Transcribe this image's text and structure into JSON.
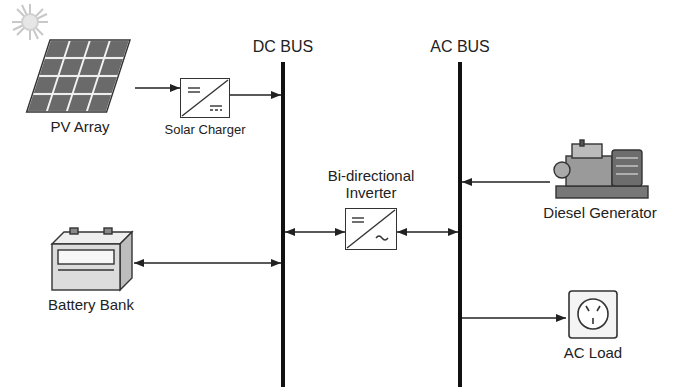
{
  "diagram": {
    "nodes": [
      {
        "text": [
          "PV Array"
        ]
      },
      {
        "text": [
          "Solar Charger"
        ]
      },
      {
        "text": [
          "DC BUS"
        ]
      },
      {
        "text": [
          "AC BUS"
        ]
      },
      {
        "text": [
          "Bi-directional Inverter"
        ]
      },
      {
        "text": [
          "Diesel Generator"
        ]
      },
      {
        "text": [
          "Battery Bank"
        ]
      },
      {
        "text": [
          "AC Load"
        ]
      }
    ],
    "edges": [
      {
        "from": 0,
        "to": 1,
        "arrow": "to"
      },
      {
        "from": 1,
        "to": 2,
        "arrow": "to"
      },
      {
        "from": 6,
        "to": 2,
        "arrow": "both"
      },
      {
        "from": 2,
        "to": 4,
        "arrow": "both"
      },
      {
        "from": 4,
        "to": 3,
        "arrow": "both"
      },
      {
        "from": 5,
        "to": 3,
        "arrow": "to"
      },
      {
        "from": 3,
        "to": 7,
        "arrow": "to"
      }
    ]
  }
}
